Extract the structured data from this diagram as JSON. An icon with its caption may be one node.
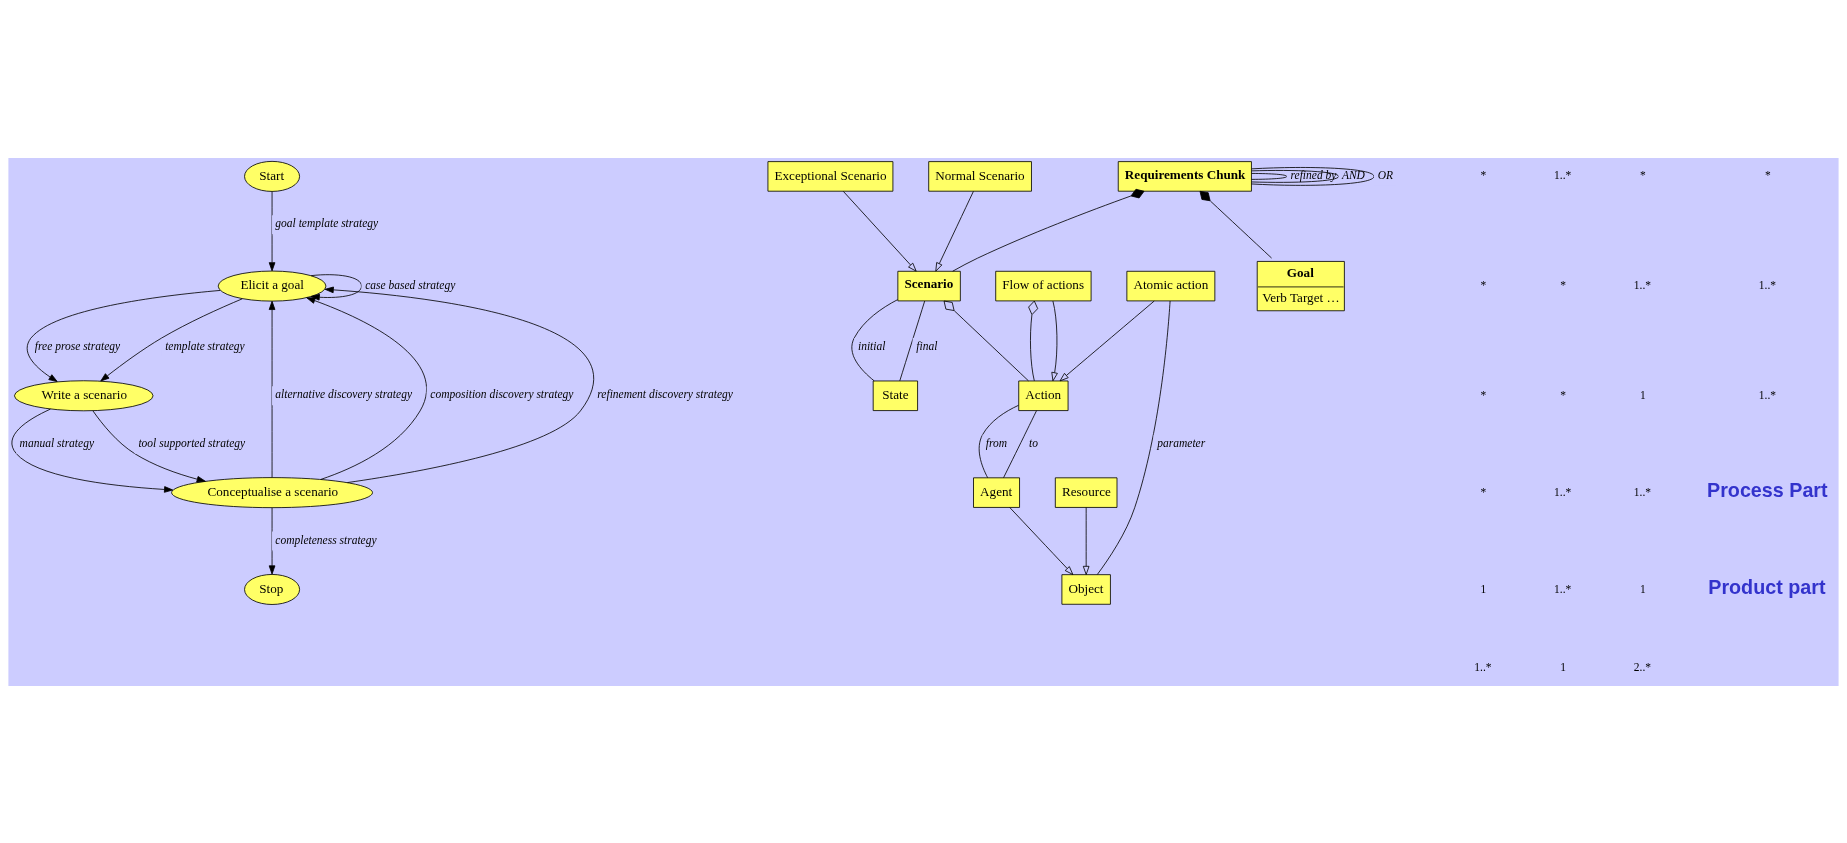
{
  "diagram": {
    "nodes": [
      {
        "text": [
          "Start"
        ]
      },
      {
        "text": [
          "Elicit a goal"
        ]
      },
      {
        "text": [
          "Write a scenario"
        ]
      },
      {
        "text": [
          "Conceptualise a scenario"
        ]
      },
      {
        "text": [
          "Stop"
        ]
      },
      {
        "text": [
          "Normal Scenario"
        ]
      },
      {
        "text": [
          "Exceptional Scenario"
        ]
      },
      {
        "text": [
          "Requirements Chunk"
        ]
      },
      {
        "text": [
          "Scenario"
        ]
      },
      {
        "text": [
          "State"
        ]
      },
      {
        "text": [
          "Goal",
          "Verb Target …"
        ]
      },
      {
        "text": [
          "Action"
        ]
      },
      {
        "text": [
          "Agent"
        ]
      },
      {
        "text": [
          "Resource"
        ]
      },
      {
        "text": [
          "Flow of actions"
        ]
      },
      {
        "text": [
          "Atomic action"
        ]
      },
      {
        "text": [
          "Object"
        ]
      }
    ],
    "edges": [
      {
        "from": 0,
        "to": 1,
        "arrow": "to",
        "label": "goal template strategy"
      },
      {
        "from": 1,
        "to": 1,
        "arrow": "to",
        "label": "case based strategy"
      },
      {
        "from": 1,
        "to": 2,
        "arrow": "to",
        "label": "free prose strategy"
      },
      {
        "from": 1,
        "to": 2,
        "arrow": "to",
        "label": "template strategy"
      },
      {
        "from": 2,
        "to": 3,
        "arrow": "to",
        "label": "manual strategy"
      },
      {
        "from": 2,
        "to": 3,
        "arrow": "to",
        "label": "tool supported strategy"
      },
      {
        "from": 3,
        "to": 1,
        "arrow": "to",
        "label": "alternative discovery strategy"
      },
      {
        "from": 3,
        "to": 1,
        "arrow": "to",
        "label": "composition discovery strategy"
      },
      {
        "from": 3,
        "to": 1,
        "arrow": "to",
        "label": "refinement discovery strategy"
      },
      {
        "from": 3,
        "to": 4,
        "arrow": "to",
        "label": "completeness strategy"
      },
      {
        "from": 5,
        "to": 8,
        "arrow": "to"
      },
      {
        "from": 6,
        "to": 8,
        "arrow": "to"
      },
      {
        "from": 7,
        "to": 7,
        "arrow": "none",
        "label": "refined by"
      },
      {
        "from": 7,
        "to": 7,
        "arrow": "none",
        "label": "AND"
      },
      {
        "from": 7,
        "to": 7,
        "arrow": "none",
        "label": "OR"
      },
      {
        "from": 7,
        "to": 8,
        "arrow": "other"
      },
      {
        "from": 7,
        "to": 10,
        "arrow": "other"
      },
      {
        "from": 8,
        "to": 9,
        "arrow": "none",
        "label": "initial"
      },
      {
        "from": 8,
        "to": 9,
        "arrow": "none",
        "label": "final"
      },
      {
        "from": 8,
        "to": 11,
        "arrow": "other"
      },
      {
        "from": 11,
        "to": 12,
        "arrow": "none",
        "label": "from"
      },
      {
        "from": 11,
        "to": 12,
        "arrow": "none",
        "label": "to"
      },
      {
        "from": 14,
        "to": 11,
        "arrow": "other"
      },
      {
        "from": 14,
        "to": 11,
        "arrow": "to"
      },
      {
        "from": 15,
        "to": 11,
        "arrow": "to"
      },
      {
        "from": 12,
        "to": 16,
        "arrow": "to"
      },
      {
        "from": 13,
        "to": 16,
        "arrow": "to"
      },
      {
        "from": 15,
        "to": 16,
        "arrow": "none",
        "label": "parameter"
      }
    ],
    "labels": [
      "*",
      "*",
      "*",
      "*",
      "1",
      "1..*",
      "1..*",
      "*",
      "*",
      "1..*",
      "1..*",
      "1",
      "*",
      "1..*",
      "1",
      "1..*",
      "1",
      "2..*",
      "*",
      "1..*",
      "1..*",
      "Process Part",
      "Product part"
    ]
  }
}
